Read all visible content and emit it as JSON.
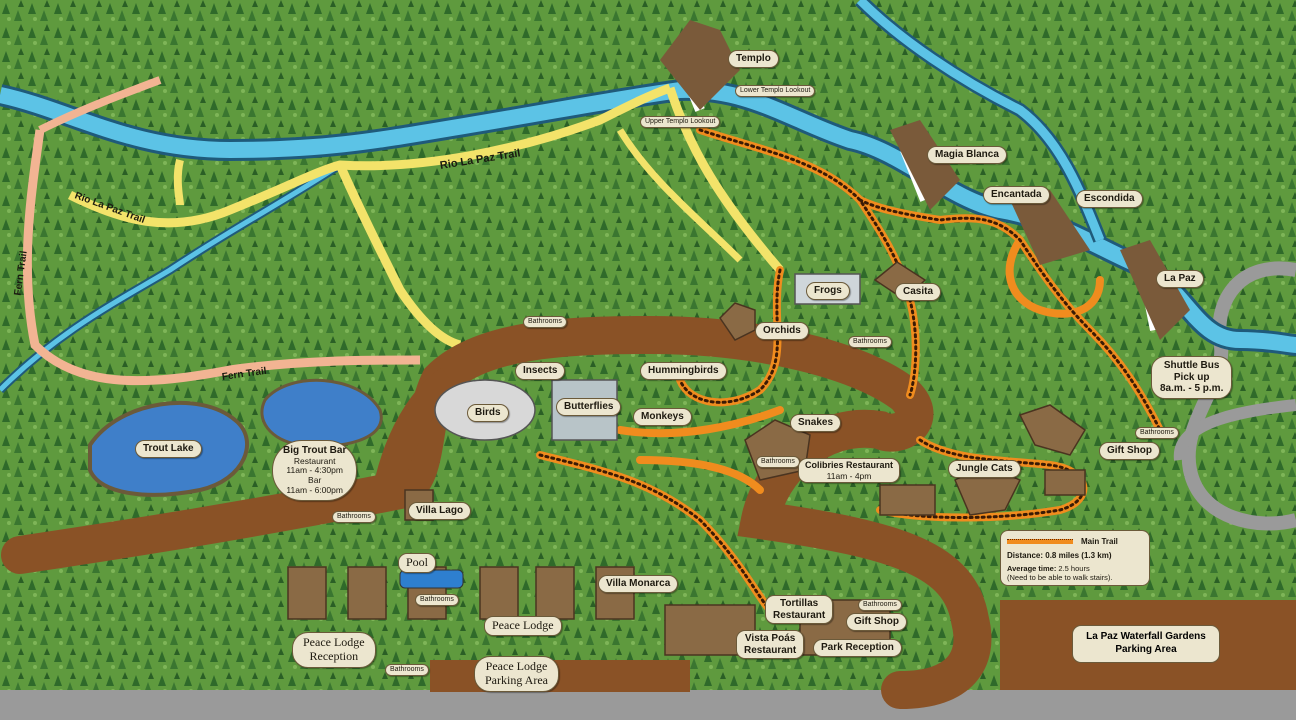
{
  "map": {
    "colors": {
      "forest": "#5f9a3e",
      "river": "#5cc3e6",
      "dirt_path": "#8a5226",
      "main_trail": "#f08c1e",
      "yellow_trail": "#f3e36a",
      "fern_trail": "#f2b493",
      "road": "#9a9a9a",
      "label_bg": "#ece6cf"
    },
    "trails": {
      "rio_la_paz_1": "Rio La Paz Trail",
      "rio_la_paz_2": "Rio La Paz Trail",
      "fern_1": "Fern Trail",
      "fern_2": "Fern Trail"
    },
    "waterfalls": {
      "templo": "Templo",
      "lower_templo": "Lower Templo Lookout",
      "upper_templo": "Upper Templo Lookout",
      "magia_blanca": "Magia Blanca",
      "encantada": "Encantada",
      "escondida": "Escondida",
      "la_paz": "La Paz"
    },
    "exhibits": {
      "frogs": "Frogs",
      "casita": "Casita",
      "orchids": "Orchids",
      "insects": "Insects",
      "birds": "Birds",
      "butterflies": "Butterflies",
      "hummingbirds": "Hummingbirds",
      "monkeys": "Monkeys",
      "snakes": "Snakes",
      "jungle_cats": "Jungle Cats"
    },
    "facilities": {
      "trout_lake": "Trout Lake",
      "big_trout_bar": "Big Trout Bar",
      "btb_restaurant": "Restaurant",
      "btb_restaurant_hours": "11am - 4:30pm",
      "btb_bar": "Bar",
      "btb_bar_hours": "11am - 6:00pm",
      "colibries": "Colibries Restaurant",
      "colibries_hours": "11am - 4pm",
      "villa_lago": "Villa Lago",
      "pool": "Pool",
      "villa_monarca": "Villa Monarca",
      "peace_lodge": "Peace Lodge",
      "peace_lodge_reception_1": "Peace Lodge",
      "peace_lodge_reception_2": "Reception",
      "peace_lodge_parking_1": "Peace Lodge",
      "peace_lodge_parking_2": "Parking Area",
      "tortillas_1": "Tortillas",
      "tortillas_2": "Restaurant",
      "vista_poas_1": "Vista Poás",
      "vista_poas_2": "Restaurant",
      "gift_shop_1": "Gift Shop",
      "gift_shop_2": "Gift Shop",
      "park_reception": "Park Reception",
      "shuttle_1": "Shuttle Bus",
      "shuttle_2": "Pick up",
      "shuttle_3": "8a.m. - 5 p.m.",
      "parking_1": "La Paz Waterfall Gardens",
      "parking_2": "Parking Area",
      "bathrooms": "Bathrooms"
    },
    "legend": {
      "main_trail": "Main Trail",
      "distance_label": "Distance:",
      "distance_value": "0.8 miles (1.3 km)",
      "average_label": "Average time:",
      "average_value": "2.5 hours",
      "stairs_note": "(Need to be able to walk stairs)."
    }
  }
}
